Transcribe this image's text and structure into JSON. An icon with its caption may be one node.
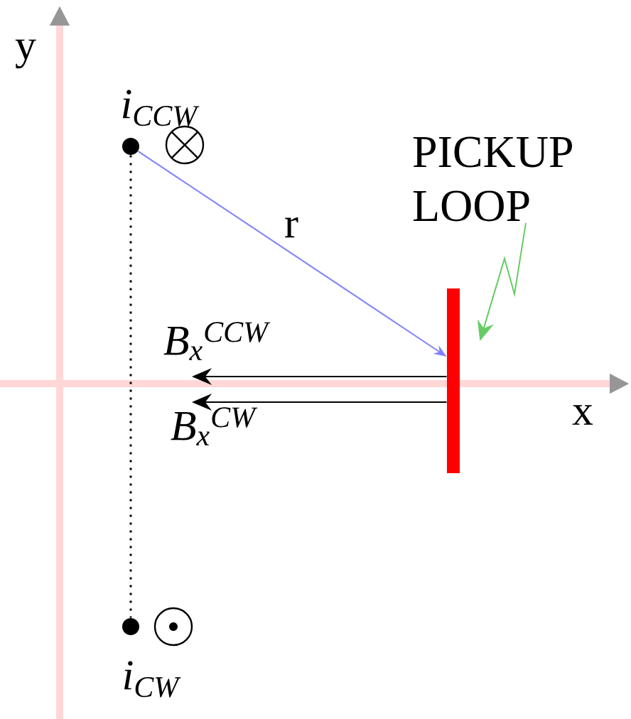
{
  "diagram": {
    "nodes": [
      {
        "text": [
          "i$_{CCW}$"
        ]
      },
      {
        "text": [
          "i$_{CW}$"
        ]
      },
      {
        "text": [
          "PICKUP LOOP"
        ]
      },
      {
        "text": [],
        "shape": "bar"
      }
    ],
    "edges": [
      {
        "from": 0,
        "to": 3,
        "arrow": "to",
        "label": "r",
        "color": "#8080ff"
      },
      {
        "from": 0,
        "to": 1,
        "arrow": "none",
        "style": "dashed"
      },
      {
        "from": 2,
        "to": 3,
        "arrow": "to",
        "color": "#66cc66"
      },
      {
        "from": 3,
        "to": null,
        "arrow": "to",
        "label": "B$_{x}$$^{CCW}$"
      },
      {
        "from": 3,
        "to": null,
        "arrow": "to",
        "label": "B$_{x}$$^{CW}$"
      }
    ],
    "labels": [
      "y",
      "x"
    ]
  }
}
